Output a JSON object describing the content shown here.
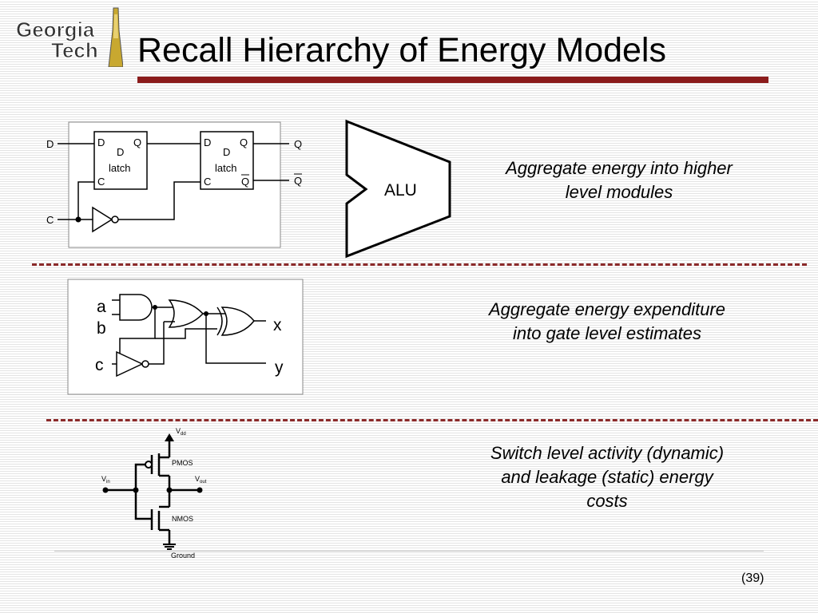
{
  "logo": {
    "line1": "Georgia",
    "line2": "Tech"
  },
  "title": "Recall Hierarchy of Energy Models",
  "latch_diagram": {
    "input_d": "D",
    "input_c": "C",
    "latch1": {
      "d": "D",
      "q": "Q",
      "name_d": "D",
      "name_latch": "latch",
      "c": "C"
    },
    "latch2": {
      "d": "D",
      "q": "Q",
      "name_d": "D",
      "name_latch": "latch",
      "c": "C",
      "qbar": "Q"
    },
    "out_q": "Q",
    "out_qbar": "Q"
  },
  "alu_label": "ALU",
  "gate_diagram": {
    "a": "a",
    "b": "b",
    "c": "c",
    "x": "x",
    "y": "y"
  },
  "transistor_diagram": {
    "vdd": "V",
    "vdd_sub": "dd",
    "pmos": "PMOS",
    "vin": "V",
    "vin_sub": "in",
    "vout": "V",
    "vout_sub": "out",
    "nmos": "NMOS",
    "ground": "Ground"
  },
  "descriptions": {
    "level1": "Aggregate energy into higher level modules",
    "level2": "Aggregate energy expenditure into gate level estimates",
    "level3": "Switch level activity (dynamic) and leakage (static) energy costs"
  },
  "page_number": "(39)",
  "colors": {
    "accent_bar": "#8b1c1c",
    "dash": "#8b2a2a"
  }
}
